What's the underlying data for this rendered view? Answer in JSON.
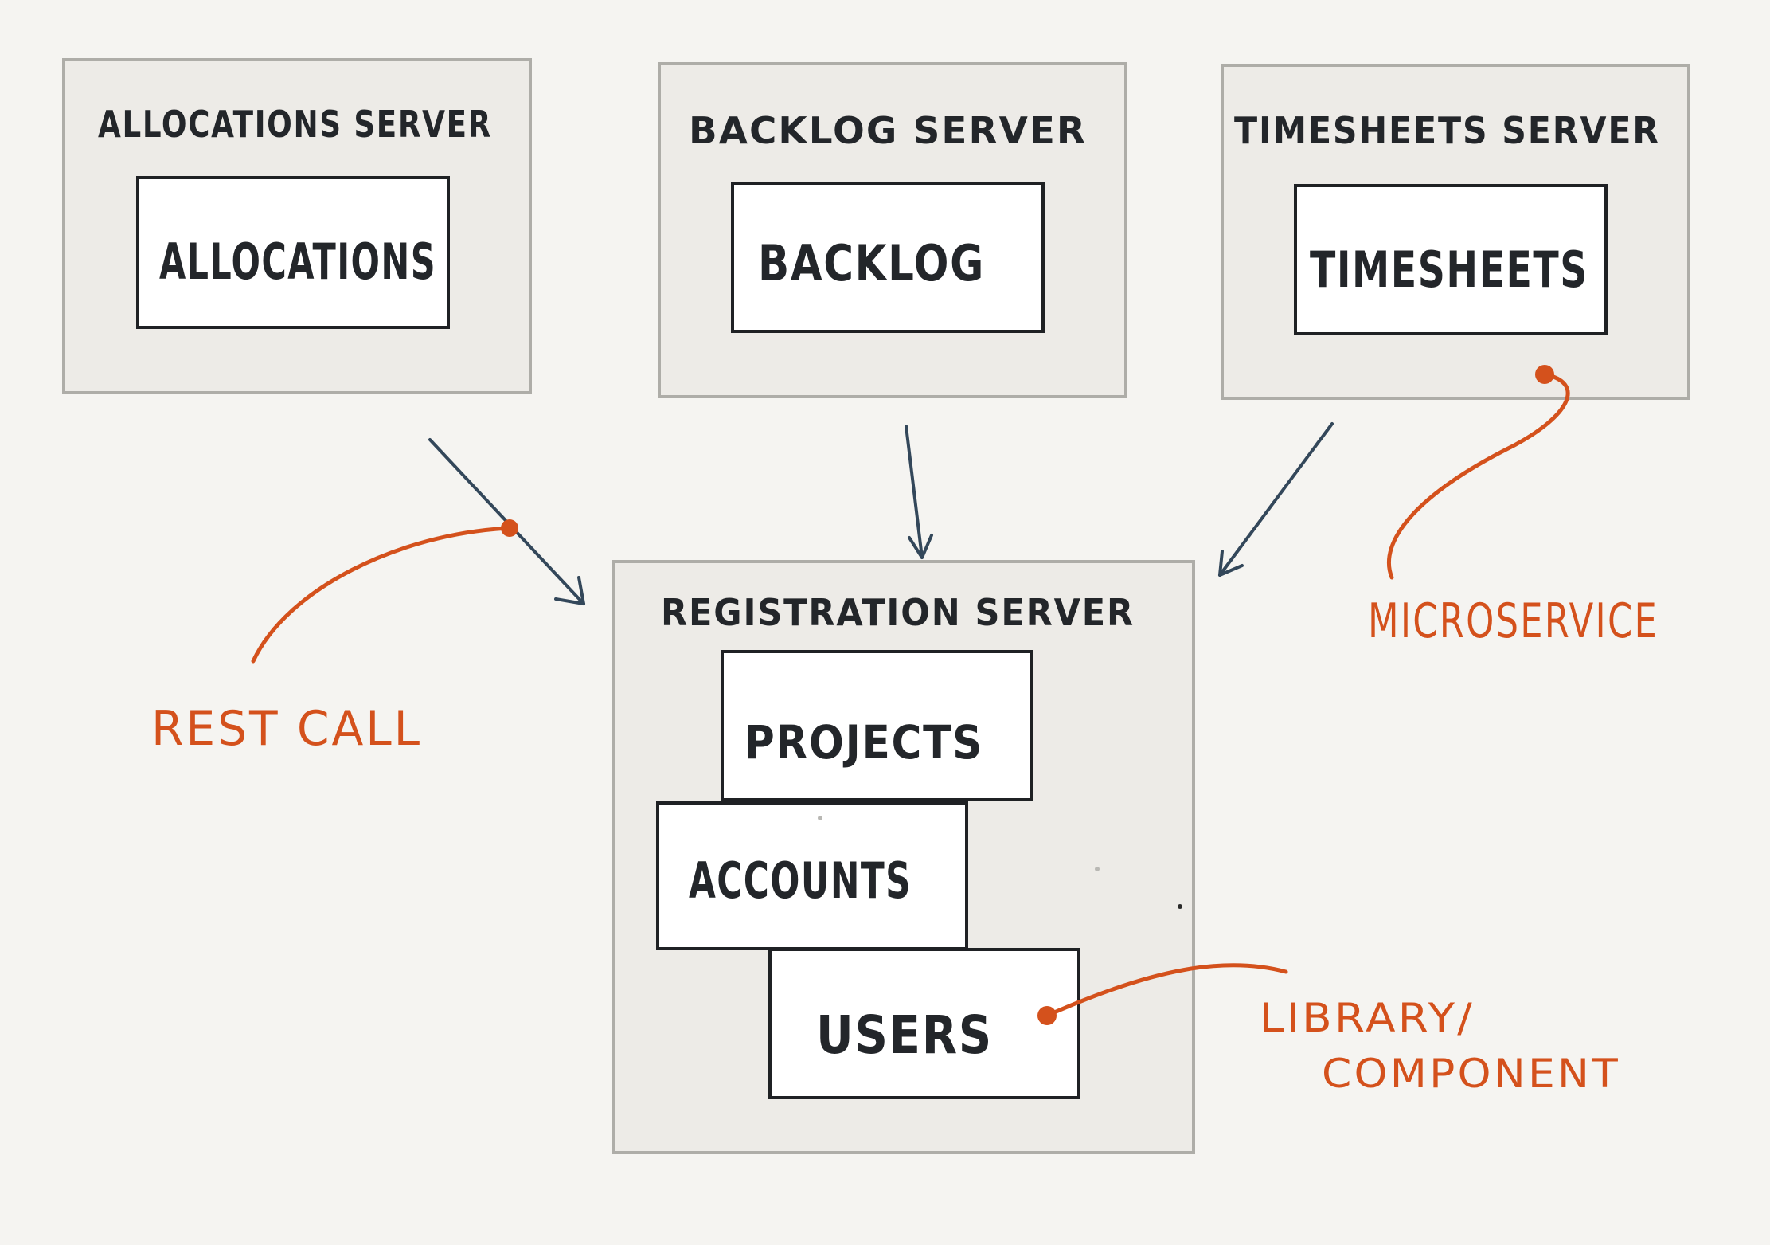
{
  "servers": {
    "allocations": {
      "title": "ALLOCATIONS SERVER",
      "component": "ALLOCATIONS"
    },
    "backlog": {
      "title": "BACKLOG SERVER",
      "component": "BACKLOG"
    },
    "timesheets": {
      "title": "TIMESHEETS SERVER",
      "component": "TIMESHEETS"
    },
    "registration": {
      "title": "REGISTRATION SERVER",
      "components": {
        "projects": "PROJECTS",
        "accounts": "ACCOUNTS",
        "users": "USERS"
      }
    }
  },
  "annotations": {
    "rest_call": "REST CALL",
    "microservice": "MICROSERVICE",
    "library_line1": "LIBRARY/",
    "library_line2": "COMPONENT"
  },
  "colors": {
    "background": "#f5f4f1",
    "server_fill": "#edebe7",
    "server_border": "#aeada8",
    "arrow": "#33475a",
    "annotation": "#d4511c"
  }
}
